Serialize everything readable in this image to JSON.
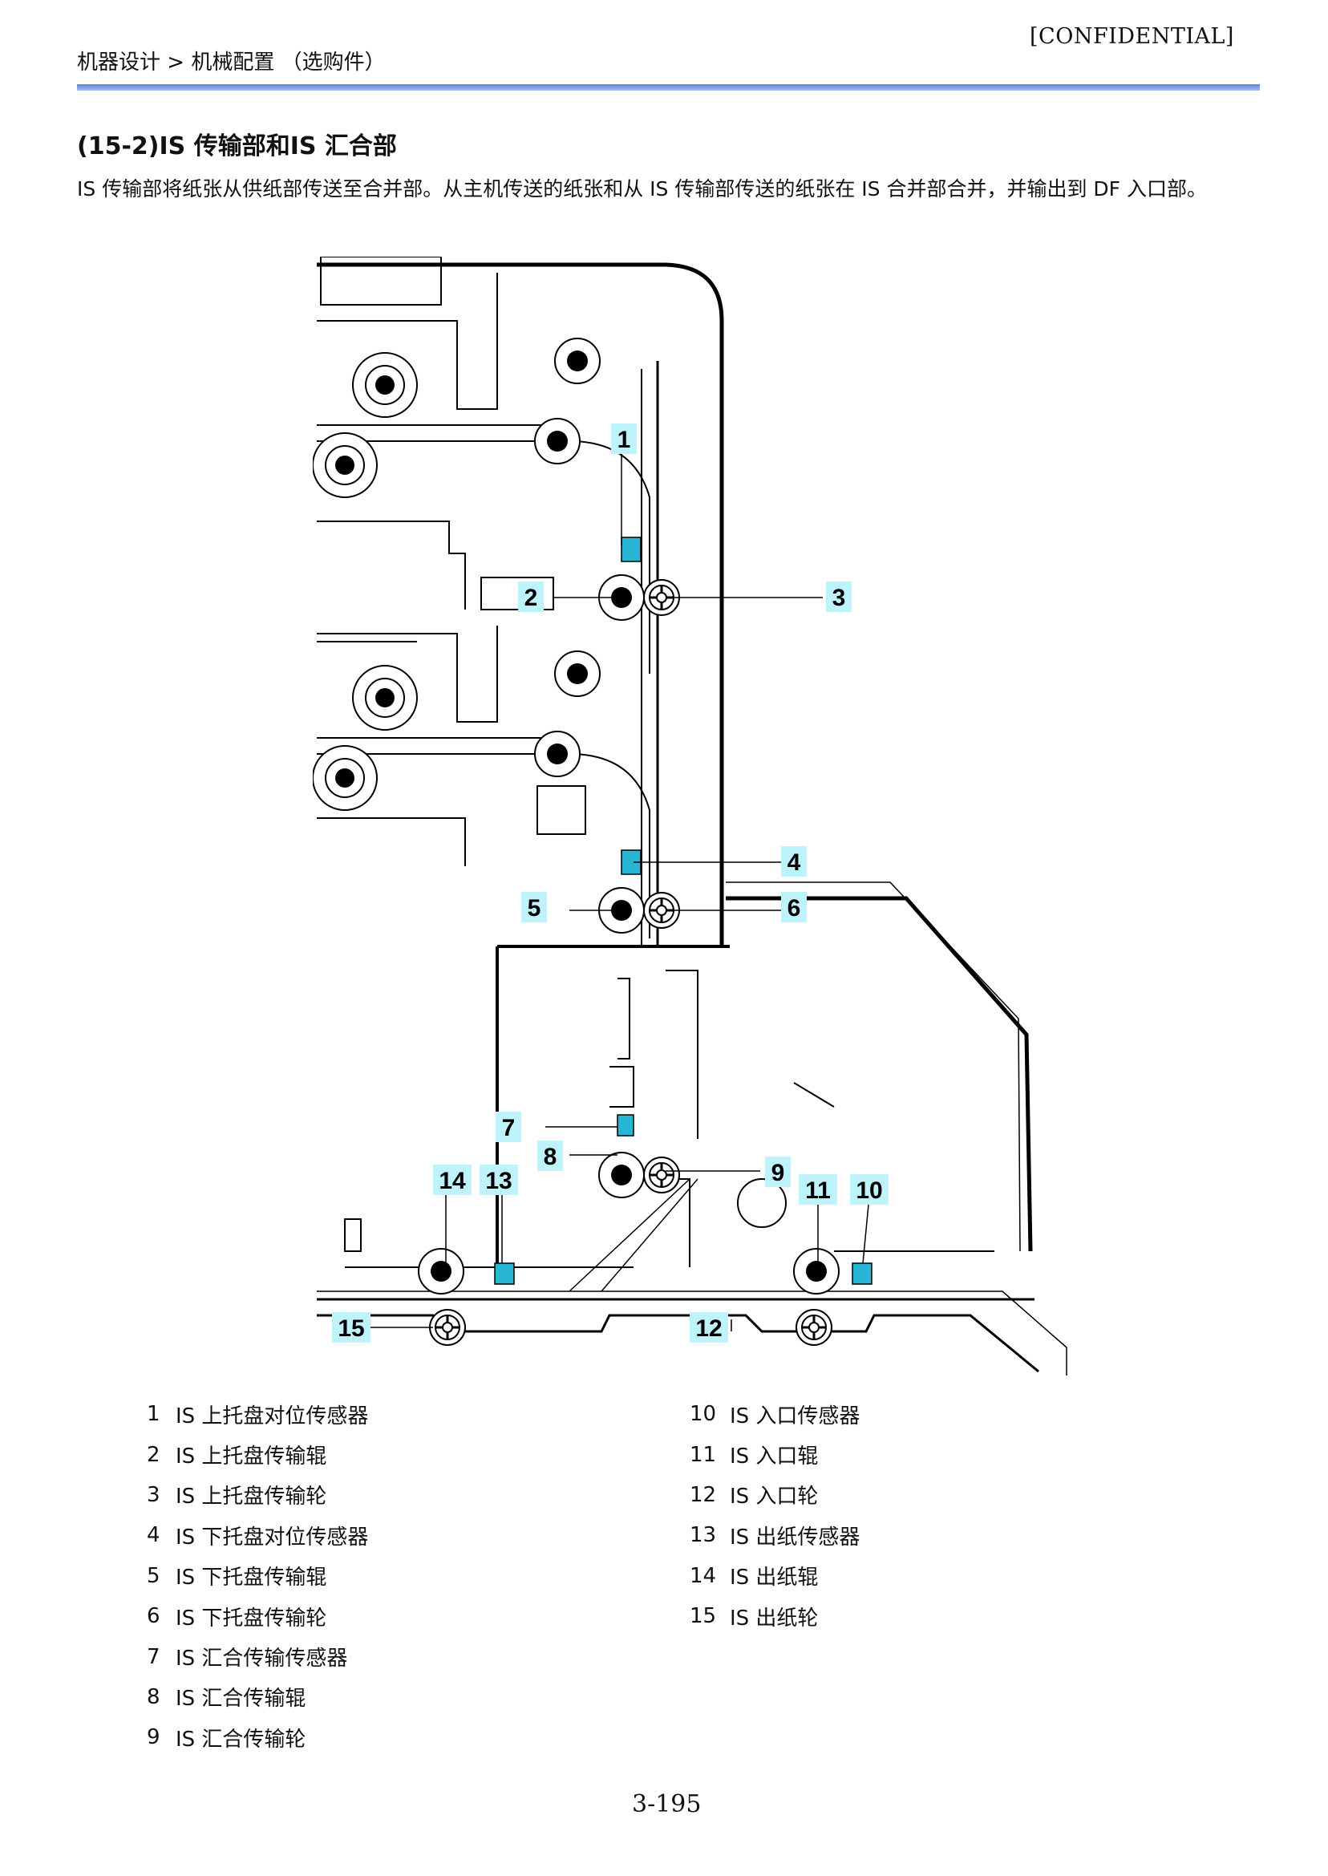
{
  "header": {
    "confidential": "[CONFIDENTIAL]",
    "breadcrumb": "机器设计 > 机械配置 （选购件）"
  },
  "section": {
    "title": "(15-2)IS 传输部和IS 汇合部",
    "intro": "IS 传输部将纸张从供纸部传送至合并部。从主机传送的纸张和从 IS 传输部传送的纸张在 IS 合并部合并，并输出到 DF 入口部。"
  },
  "figure": {
    "callouts": [
      "1",
      "2",
      "3",
      "4",
      "5",
      "6",
      "7",
      "8",
      "9",
      "10",
      "11",
      "12",
      "13",
      "14",
      "15"
    ],
    "colors": {
      "label_bg": "#bff3fb",
      "sensor": "#27b6d3",
      "line": "#000000"
    }
  },
  "legend": {
    "left": [
      {
        "num": "1",
        "label": "IS 上托盘对位传感器"
      },
      {
        "num": "2",
        "label": "IS 上托盘传输辊"
      },
      {
        "num": "3",
        "label": "IS 上托盘传输轮"
      },
      {
        "num": "4",
        "label": "IS 下托盘对位传感器"
      },
      {
        "num": "5",
        "label": "IS 下托盘传输辊"
      },
      {
        "num": "6",
        "label": "IS 下托盘传输轮"
      },
      {
        "num": "7",
        "label": "IS 汇合传输传感器"
      },
      {
        "num": "8",
        "label": "IS 汇合传输辊"
      },
      {
        "num": "9",
        "label": "IS 汇合传输轮"
      }
    ],
    "right": [
      {
        "num": "10",
        "label": "IS 入口传感器"
      },
      {
        "num": "11",
        "label": "IS 入口辊"
      },
      {
        "num": "12",
        "label": "IS 入口轮"
      },
      {
        "num": "13",
        "label": "IS 出纸传感器"
      },
      {
        "num": "14",
        "label": "IS 出纸辊"
      },
      {
        "num": "15",
        "label": "IS 出纸轮"
      }
    ]
  },
  "footer": {
    "page_number": "3-195"
  }
}
